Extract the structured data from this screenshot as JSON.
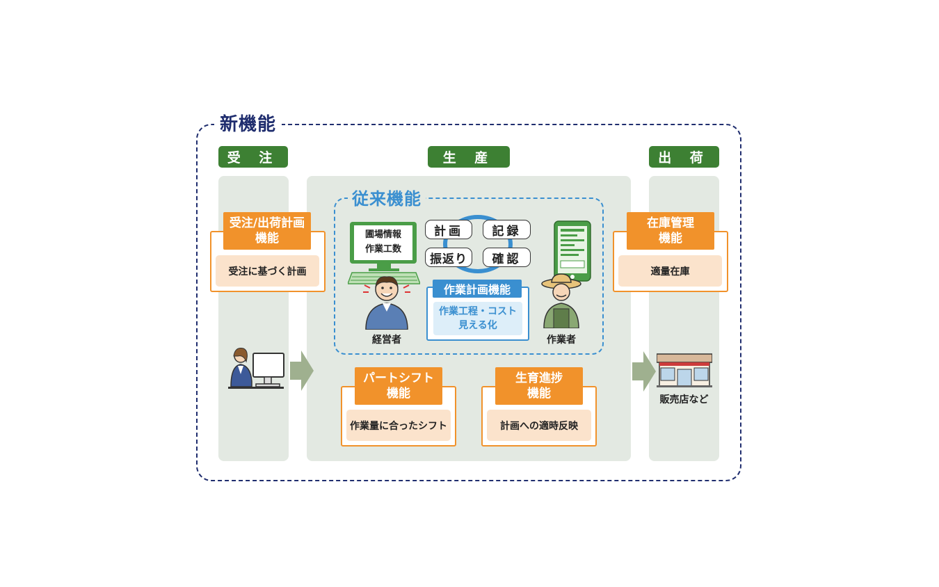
{
  "outer": {
    "title": "新機能"
  },
  "columns": {
    "order": {
      "label": "受 注"
    },
    "production": {
      "label": "生 産"
    },
    "shipping": {
      "label": "出 荷"
    }
  },
  "order_card": {
    "title_line1": "受注/出荷計画",
    "title_line2": "機能",
    "body": "受注に基づく計画"
  },
  "inventory_card": {
    "title_line1": "在庫管理",
    "title_line2": "機能",
    "body": "適量在庫"
  },
  "legacy": {
    "title": "従来機能",
    "monitor_line1": "圃場情報",
    "monitor_line2": "作業工数",
    "cycle": {
      "plan": "計画",
      "record": "記録",
      "review": "振返り",
      "confirm": "確認"
    },
    "manager_label": "経営者",
    "worker_label": "作業者",
    "work_plan": {
      "title": "作業計画機能",
      "body_line1": "作業工程・コスト",
      "body_line2": "見える化"
    }
  },
  "shift_card": {
    "title_line1": "パートシフト",
    "title_line2": "機能",
    "body": "作業量に合ったシフト"
  },
  "growth_card": {
    "title_line1": "生育進捗",
    "title_line2": "機能",
    "body": "計画への適時反映"
  },
  "store": {
    "label": "販売店など"
  },
  "colors": {
    "navy": "#1f2d6e",
    "green": "#3d8033",
    "orange": "#f1922b",
    "blue": "#3a8fd0",
    "panel": "#e3e9e2"
  },
  "icons": [
    "computer-monitor-icon",
    "office-worker-icon",
    "manager-person-icon",
    "farmer-person-icon",
    "smartphone-icon",
    "store-building-icon",
    "arrow-right-icon",
    "cycle-ring-icon"
  ]
}
